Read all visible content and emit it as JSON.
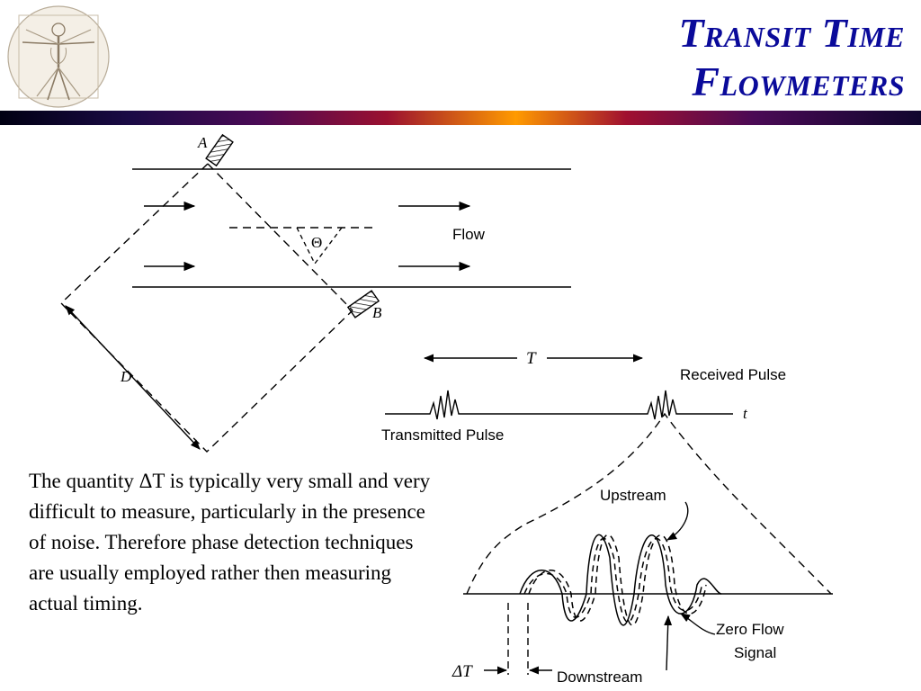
{
  "slide": {
    "title_line1": "Transit Time",
    "title_line2": "Flowmeters",
    "body_text": "The quantity ΔT is typically very small and very difficult to measure, particularly in the presence of noise. Therefore phase detection techniques are usually employed rather then measuring actual timing.",
    "logo": "vitruvian-man-icon"
  },
  "diagram": {
    "pipe": {
      "label_a": "A",
      "label_b": "B",
      "label_d": "D",
      "angle_label": "Θ",
      "flow_label": "Flow"
    },
    "timing": {
      "period_label": "T",
      "received_label": "Received Pulse",
      "transmitted_label": "Transmitted Pulse",
      "time_label": "t"
    },
    "phase": {
      "upstream_label": "Upstream",
      "zero_flow_line1": "Zero Flow",
      "zero_flow_line2": "Signal",
      "delta_t_label": "ΔT",
      "downstream_label": "Downstream"
    }
  }
}
